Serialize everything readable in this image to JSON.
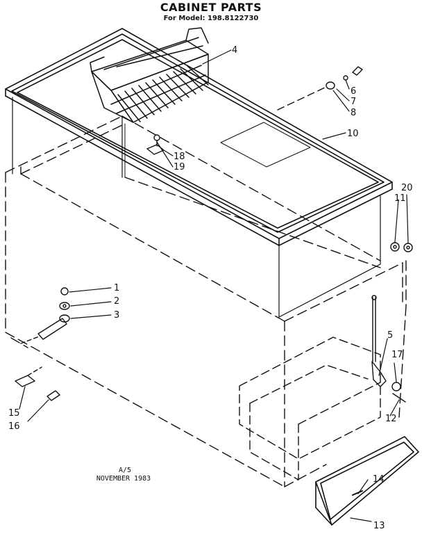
{
  "header": {
    "title": "CABINET PARTS",
    "model_line": "For Model: 198.8122730"
  },
  "footer": {
    "code": "A/5",
    "date": "NOVEMBER 1983"
  },
  "callouts": [
    {
      "id": "c1",
      "label": "1"
    },
    {
      "id": "c2",
      "label": "2"
    },
    {
      "id": "c3",
      "label": "3"
    },
    {
      "id": "c4",
      "label": "4"
    },
    {
      "id": "c5",
      "label": "5"
    },
    {
      "id": "c6",
      "label": "6"
    },
    {
      "id": "c7",
      "label": "7"
    },
    {
      "id": "c8",
      "label": "8"
    },
    {
      "id": "c10",
      "label": "10"
    },
    {
      "id": "c11",
      "label": "11"
    },
    {
      "id": "c12",
      "label": "12"
    },
    {
      "id": "c13",
      "label": "13"
    },
    {
      "id": "c14",
      "label": "14"
    },
    {
      "id": "c15",
      "label": "15"
    },
    {
      "id": "c16",
      "label": "16"
    },
    {
      "id": "c17",
      "label": "17"
    },
    {
      "id": "c18",
      "label": "18"
    },
    {
      "id": "c19",
      "label": "19"
    },
    {
      "id": "c20",
      "label": "20"
    }
  ]
}
